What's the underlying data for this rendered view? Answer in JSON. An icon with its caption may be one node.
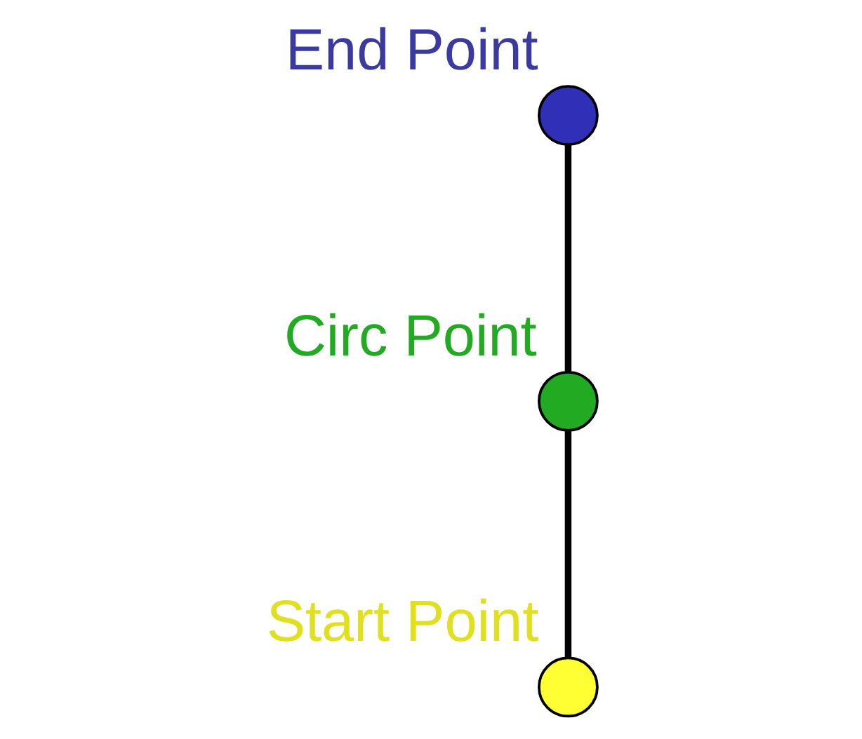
{
  "diagram": {
    "nodes": [
      {
        "text": [],
        "shape": "circle",
        "beside": [
          "End Point"
        ]
      },
      {
        "text": [],
        "shape": "circle",
        "beside": [
          "Circ Point"
        ]
      },
      {
        "text": [],
        "shape": "circle",
        "beside": [
          "Start Point"
        ]
      }
    ],
    "edges": [
      {
        "from": 0,
        "to": 1,
        "arrow": "none"
      },
      {
        "from": 1,
        "to": 2,
        "arrow": "none"
      }
    ]
  }
}
